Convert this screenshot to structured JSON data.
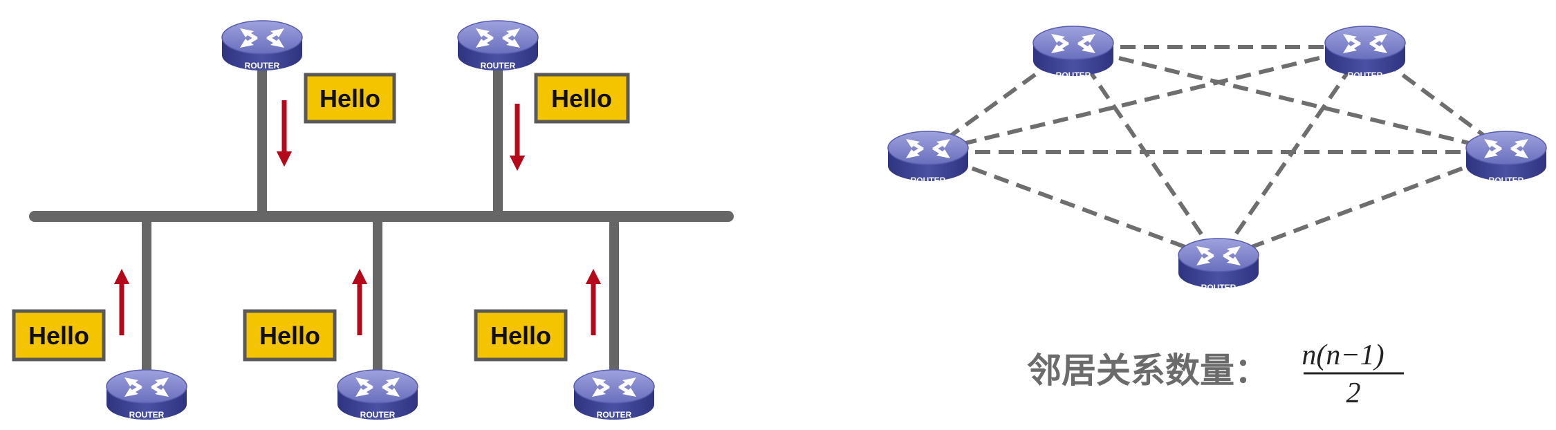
{
  "router_label": "ROUTER",
  "hello_label": "Hello",
  "caption": "邻居关系数量：",
  "formula": {
    "numerator": "n(n−1)",
    "denominator": "2"
  },
  "colors": {
    "bus": "#666666",
    "hello_fill": "#f5c400",
    "hello_border": "#595959",
    "arrow": "#b3091a",
    "mesh_line": "#6e6e6e",
    "router_top": "#7b7fc6",
    "router_side": "#3f4493"
  }
}
